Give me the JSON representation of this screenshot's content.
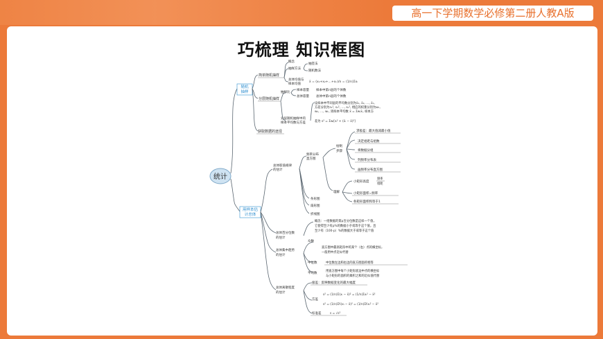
{
  "header": {
    "badge": "高一下学期数学必修第二册人教A版"
  },
  "title": "巧梳理  知识框图",
  "root": "统计",
  "random_sampling": {
    "label_l1": "随机",
    "label_l2": "抽样",
    "simple": "简单随机抽样",
    "concept": "概念",
    "method": "抽样方法",
    "lottery": "抽签法",
    "random_number": "随机数法",
    "mean_label_l1": "总体均值与",
    "mean_label_l2": "样本均值",
    "mean_formula": "x̄ = (x₁+x₂+…+xₙ)/n = (1/n)Σxᵢ",
    "stratified": "分层随机抽样",
    "strat_method": "抽样比",
    "sample_size": "样本容量",
    "pop_size": "总体容量",
    "sample_size_desc": "样本中第n层的个体数",
    "pop_size_desc": "总体中第n层的个体数",
    "strat_mean_label_l1": "分层随机抽样中的",
    "strat_mean_label_l2": "样本平均数与方差",
    "strat_mean_l1": "设样本中不同层的平均数分别为x̄₁, x̄₂, …, x̄ₖ,",
    "strat_mean_l2": "方差分别为s₁², s₂², …, sₖ², 相应的权重分别为w₁,",
    "strat_mean_l3": "w₂, …, wₖ, 则样本平均数 x̄ = Σwᵢx̄ᵢ, 样本方",
    "strat_mean_l4": "差为 s² = Σwᵢ[sᵢ² + (x̄ᵢ − x̄)²]",
    "data_collection": "获取数据的途径"
  },
  "estimation": {
    "label_l1": "用样本估",
    "label_l2": "计总体",
    "distribution_l1": "总体取值规律",
    "distribution_l2": "的估计",
    "freq_l1": "频率分布",
    "freq_l2": "直方图",
    "draw_l1": "绘制",
    "draw_l2": "步骤",
    "steps": [
      "求极差",
      "决定组距与组数",
      "将数据分组",
      "列频率分布表",
      "画频率分布直方图"
    ],
    "step_extra": "求极差：最大值减最小值",
    "understand": "理解",
    "height_label": "小矩形高度",
    "height_value_l1": "频率",
    "height_value_l2": "组距",
    "area_label": "小矩形面积=频率",
    "area_sum": "各矩形面积和等于1",
    "bar_chart": "条形图",
    "fan_chart": "扇形图",
    "line_chart": "折线图",
    "percentile_l1": "总体百分位数",
    "percentile_l2": "的估计",
    "percentile_desc_l1": "概念：一组数据的第p百分位数是这样一个值，",
    "percentile_desc_l2": "它使得至少有p%的数据小于或等于这个值，且",
    "percentile_desc_l3": "至少有（100-p）%的数据大于或等于这个值",
    "central_l1": "总体集中趋势",
    "central_l2": "的估计",
    "mode": "众数",
    "mode_desc_l1": "直方图中最高矩形中的某个（右）点的横坐标，",
    "mode_desc_l2": "一般用中点近似代替",
    "median": "中位数",
    "median_desc": "中位数左边和右边的直方图面积相等",
    "mean": "平均数",
    "mean_desc_l1": "用直方图中每个小矩形底边中点的横坐标",
    "mean_desc_l2": "与小矩形的面积的乘积之和的近似值代替",
    "dispersion_l1": "总体离散程度",
    "dispersion_l2": "的估计",
    "range": "极差：反映数据变化的最大幅度",
    "variance_label": "方差",
    "var_formula_1": "s² = (1/n)Σ(xᵢ − x̄)² = (1/n)Σxᵢ² − x̄²",
    "var_formula_2": "s² = (1/n)Σfᵢ(xᵢ − x̄)² = (1/n)Σfᵢxᵢ² − x̄²",
    "std_label": "标准差",
    "std_formula": "s = √s²"
  },
  "colors": {
    "accent": "#ec7a3a",
    "node_blue": "#2f8fd0",
    "root_fill": "#cfe3f2"
  }
}
